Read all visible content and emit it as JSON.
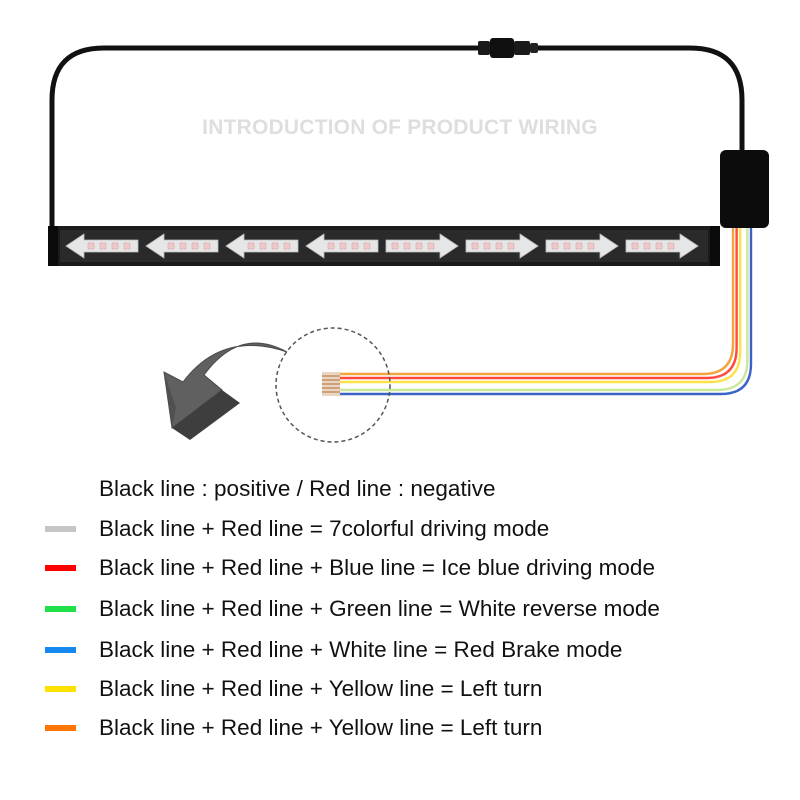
{
  "diagram": {
    "title": "INTRODUCTION OF PRODUCT WIRING",
    "arrow_directions": [
      "left",
      "left",
      "left",
      "left",
      "right",
      "right",
      "right",
      "right"
    ],
    "wire_colors": [
      "#f2a33a",
      "#ff4a3d",
      "#ffe14a",
      "#ffffff",
      "#c8e89a",
      "#3a62c8"
    ]
  },
  "legend": {
    "header": "Black line : positive / Red line : negative",
    "items": [
      {
        "color": "#c6c6c6",
        "text": "Black line + Red line = 7colorful driving mode"
      },
      {
        "color": "#ff0000",
        "text": "Black line + Red line + Blue line = Ice blue driving mode"
      },
      {
        "color": "#22e04a",
        "text": "Black line + Red line + Green line = White reverse mode"
      },
      {
        "color": "#1589f0",
        "text": "Black line + Red line + White line = Red Brake mode"
      },
      {
        "color": "#ffe100",
        "text": "Black line + Red line + Yellow line = Left turn"
      },
      {
        "color": "#ff7700",
        "text": "Black line + Red line + Yellow line = Left turn"
      }
    ]
  }
}
